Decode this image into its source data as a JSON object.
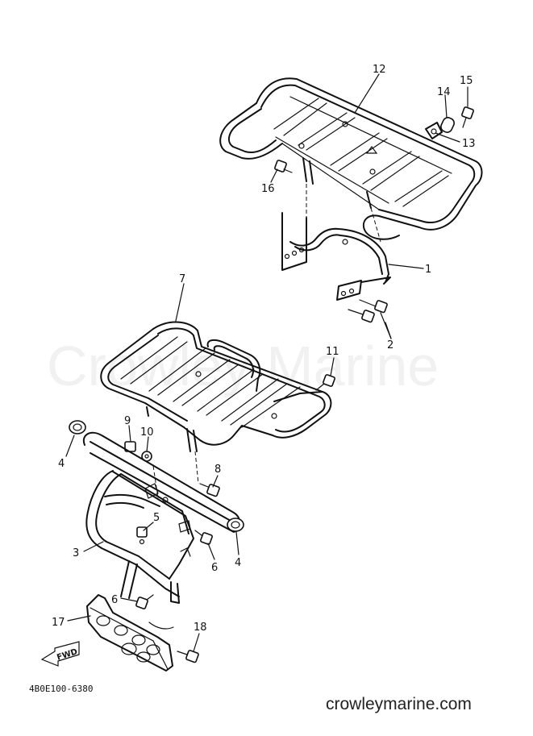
{
  "watermark": "Crowley Marine",
  "site_label": "crowleymarine.com",
  "diagram_code": "4B0E100-6380",
  "fwd_label": "FWD",
  "callouts": {
    "c1": "1",
    "c2": "2",
    "c3": "3",
    "c4a": "4",
    "c4b": "4",
    "c5": "5",
    "c6a": "6",
    "c6b": "6",
    "c7": "7",
    "c8": "8",
    "c9": "9",
    "c10": "10",
    "c11": "11",
    "c12": "12",
    "c13": "13",
    "c14": "14",
    "c15": "15",
    "c16": "16",
    "c17": "17",
    "c18": "18"
  }
}
